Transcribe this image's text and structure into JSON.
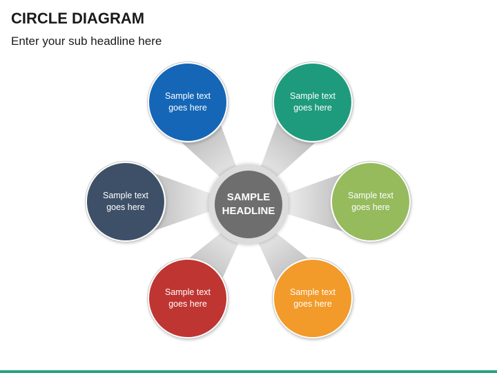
{
  "header": {
    "title": "CIRCLE DIAGRAM",
    "subtitle": "Enter your sub headline here"
  },
  "center": {
    "label": "SAMPLE\nHEADLINE",
    "color": "#6e6e6e"
  },
  "nodes": [
    {
      "label": "Sample text\ngoes here",
      "color": "#1566b6"
    },
    {
      "label": "Sample text\ngoes here",
      "color": "#1e9b7d"
    },
    {
      "label": "Sample text\ngoes here",
      "color": "#3e5068"
    },
    {
      "label": "Sample text\ngoes here",
      "color": "#95bb5d"
    },
    {
      "label": "Sample text\ngoes here",
      "color": "#bf3531"
    },
    {
      "label": "Sample text\ngoes here",
      "color": "#f29a2a"
    }
  ],
  "footer": {
    "color": "#27a585"
  }
}
